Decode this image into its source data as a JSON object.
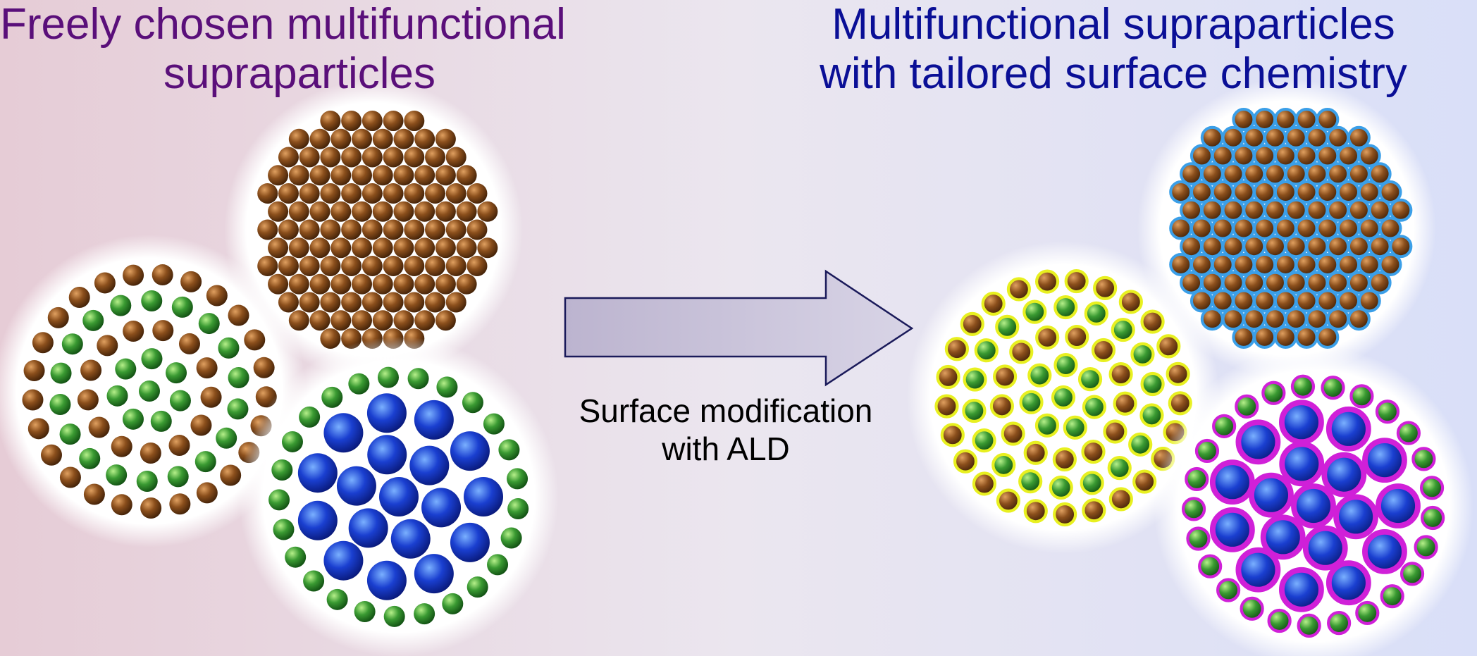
{
  "titles": {
    "left_line1": "Freely chosen multifunctional",
    "left_line2": "supraparticles",
    "right_line1": "Multifunctional supraparticles",
    "right_line2": "with tailored surface chemistry"
  },
  "arrow": {
    "caption_line1": "Surface modification",
    "caption_line2": "with ALD"
  },
  "colors": {
    "brown_particle": "#8b4f1c",
    "green_particle": "#3a9a32",
    "blue_particle": "#1a3fd0",
    "coating_blue": "#3b9fe8",
    "coating_yellow": "#e8f020",
    "coating_magenta": "#d020d8",
    "left_title": "#5a0f7a",
    "right_title": "#0a0f96",
    "arrow_fill": "#c6bfd8",
    "arrow_stroke": "#1a1a5a"
  },
  "supraparticles": [
    {
      "name": "brown-supraparticle",
      "type": "packed-brown",
      "coating": "none"
    },
    {
      "name": "green-brown-ring-supraparticle",
      "type": "concentric-rings",
      "coating": "none"
    },
    {
      "name": "blue-core-green-shell-supraparticle",
      "type": "core-shell",
      "coating": "none"
    },
    {
      "name": "coated-brown-supraparticle",
      "type": "packed-brown",
      "coating": "blue"
    },
    {
      "name": "coated-ring-supraparticle",
      "type": "concentric-rings",
      "coating": "yellow"
    },
    {
      "name": "coated-core-shell-supraparticle",
      "type": "core-shell",
      "coating": "magenta"
    }
  ]
}
